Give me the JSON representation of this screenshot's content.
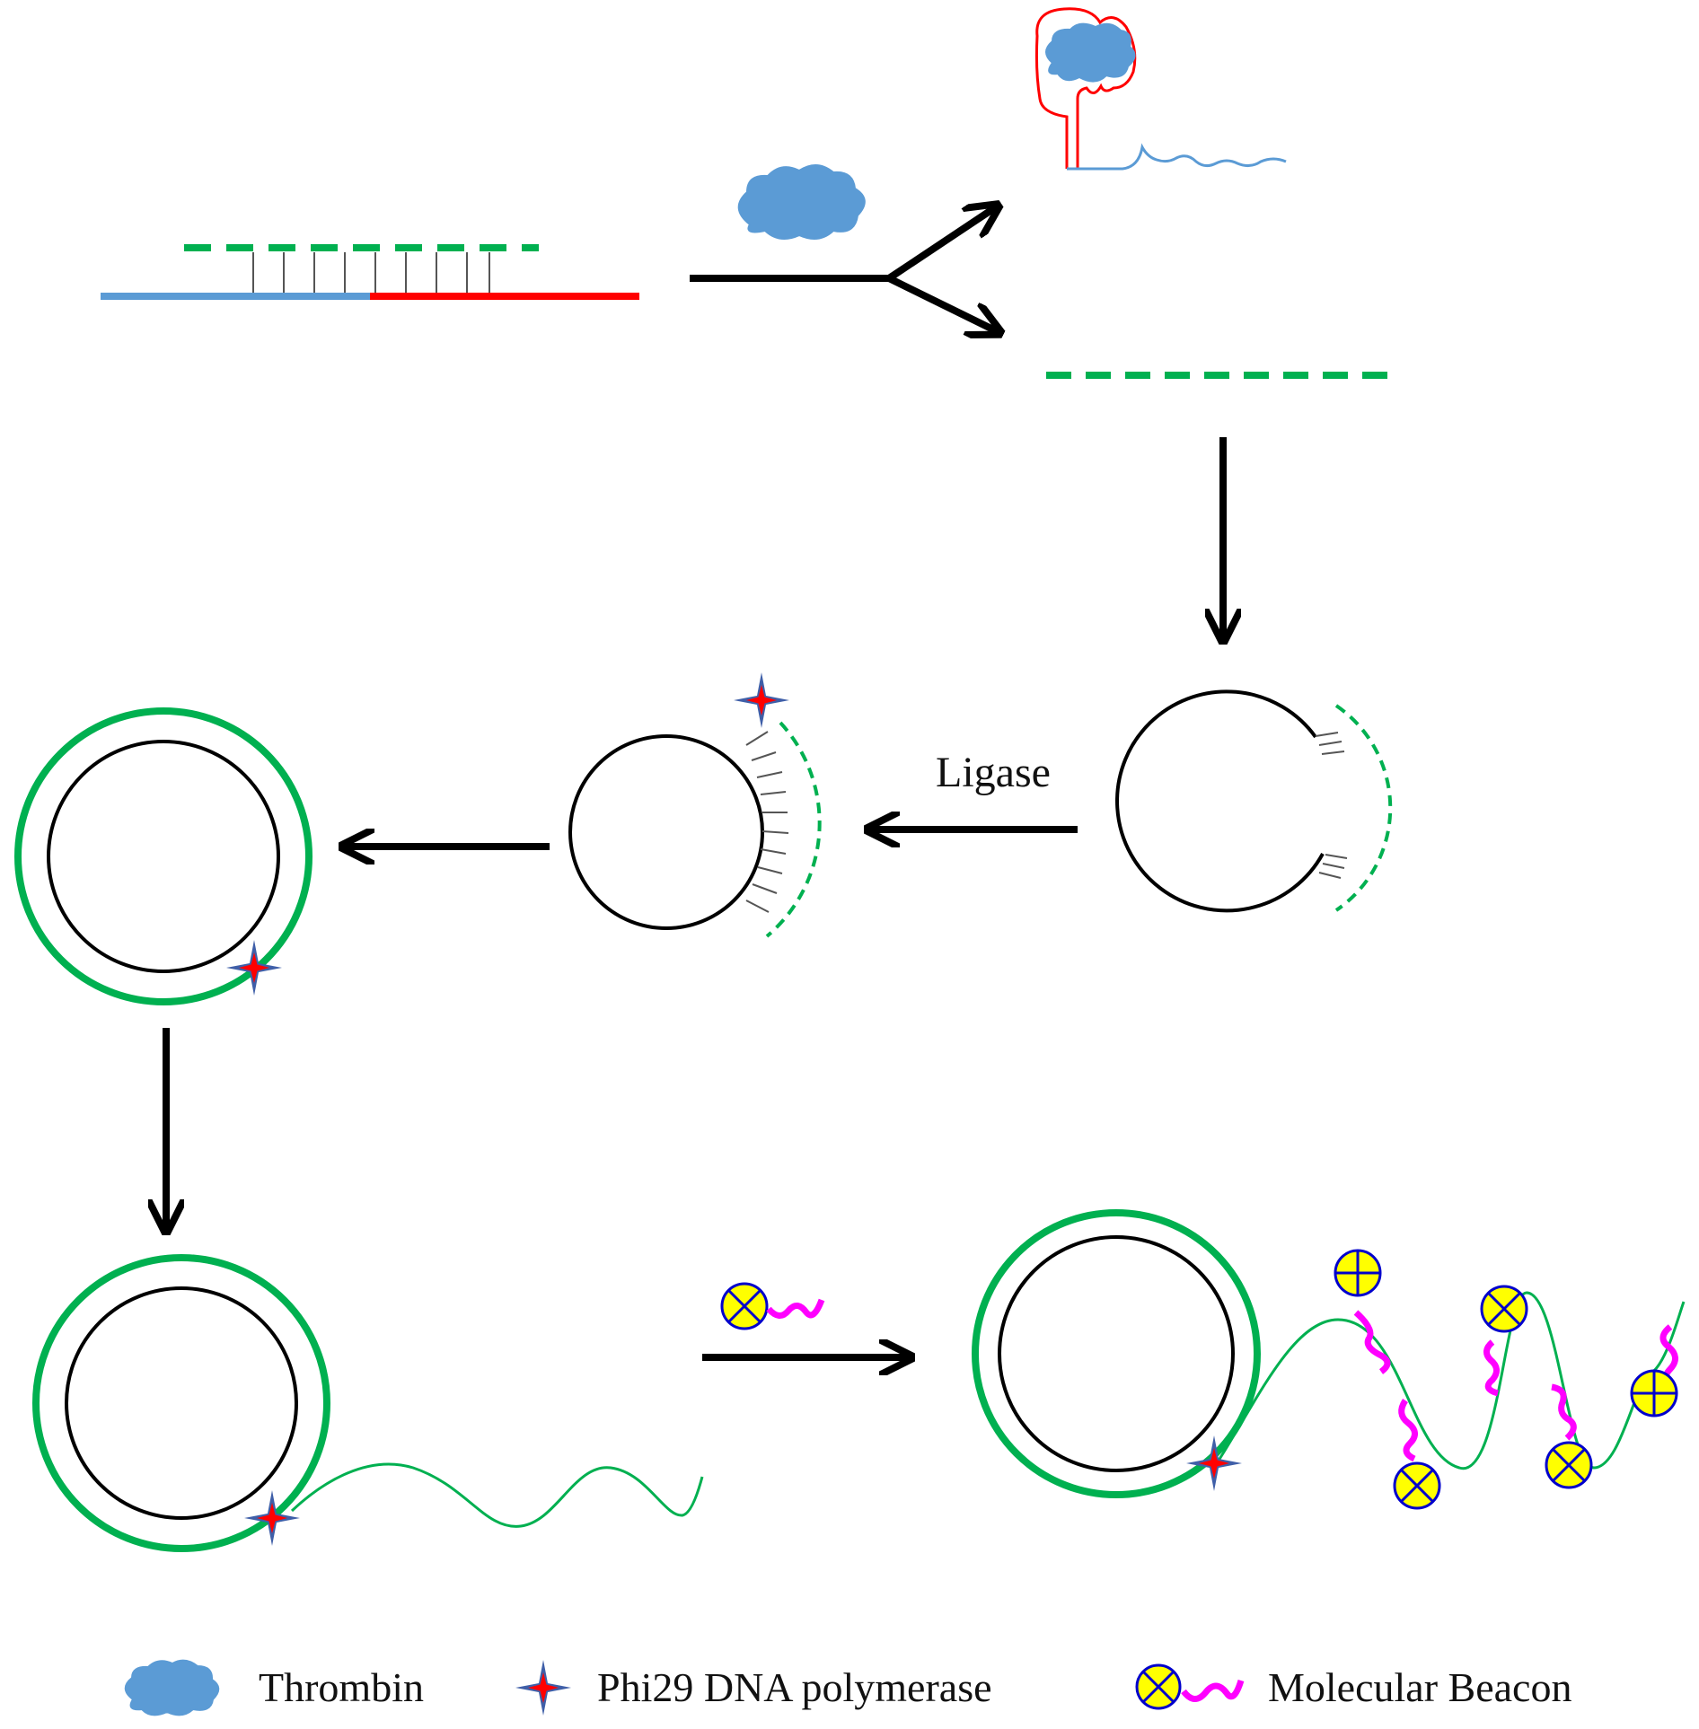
{
  "step_label": "Ligase",
  "legend": {
    "thrombin": "Thrombin",
    "polymerase": "Phi29 DNA polymerase",
    "beacon": "Molecular Beacon"
  },
  "colors": {
    "blue_strand": "#5b9bd5",
    "red_strand": "#ff0000",
    "green_strand": "#00b050",
    "thrombin_fill": "#5b9bd5",
    "beacon_fill": "#ffff00",
    "beacon_outline": "#0000cc",
    "beacon_tail": "#ff00ff",
    "star_blue": "#3f5fa8",
    "star_red": "#ff0000"
  }
}
